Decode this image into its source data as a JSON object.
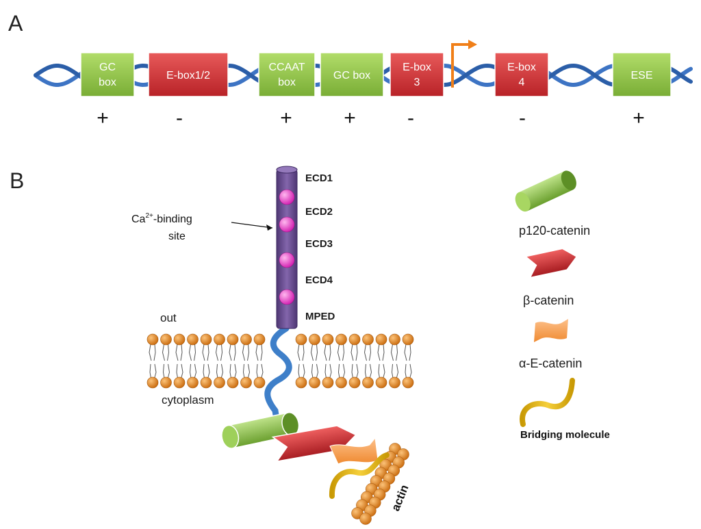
{
  "panel_a": {
    "letter": "A",
    "promoter_elements": [
      {
        "id": "gc1",
        "line1": "GC",
        "line2": "box",
        "effect": "+",
        "color": "#8dc63f"
      },
      {
        "id": "ebox12",
        "line1": "E-box1/2",
        "line2": "",
        "effect": "-",
        "color": "#d9383a"
      },
      {
        "id": "ccaat",
        "line1": "CCAAT",
        "line2": "box",
        "effect": "+",
        "color": "#8dc63f"
      },
      {
        "id": "gc2",
        "line1": "GC box",
        "line2": "",
        "effect": "+",
        "color": "#8dc63f"
      },
      {
        "id": "ebox3",
        "line1": "E-box",
        "line2": "3",
        "effect": "-",
        "color": "#d9383a"
      },
      {
        "id": "ebox4",
        "line1": "E-box",
        "line2": "4",
        "effect": "-",
        "color": "#d9383a"
      },
      {
        "id": "ese",
        "line1": "ESE",
        "line2": "",
        "effect": "+",
        "color": "#8dc63f"
      }
    ],
    "dna_color": "#3d74c4",
    "tss_arrow_color": "#f07f18"
  },
  "panel_b": {
    "letter": "B",
    "domains": [
      "ECD1",
      "ECD2",
      "ECD3",
      "ECD4",
      "MPED"
    ],
    "calcium": {
      "prefix": "Ca",
      "superscript": "2+",
      "suffix": "-binding",
      "line2": "site"
    },
    "membrane": {
      "out": "out",
      "in": "cytoplasm"
    },
    "actin_label": "actin",
    "cadherin_color": "#6a4c93",
    "ca_color": "#e040c8",
    "lipid_color": "#e58a1a"
  },
  "legend": [
    {
      "id": "p120",
      "label": "p120-catenin",
      "color": "#7ab648",
      "icon": "cylinder-icon"
    },
    {
      "id": "beta",
      "label": "β-catenin",
      "color": "#d9383a",
      "icon": "arrow-icon"
    },
    {
      "id": "alpha",
      "label": "α-E-catenin",
      "color": "#f5a04a",
      "icon": "wavy-block-icon"
    },
    {
      "id": "bridge",
      "label": "Bridging molecule",
      "color": "#e0b010",
      "icon": "s-curve-icon"
    }
  ]
}
